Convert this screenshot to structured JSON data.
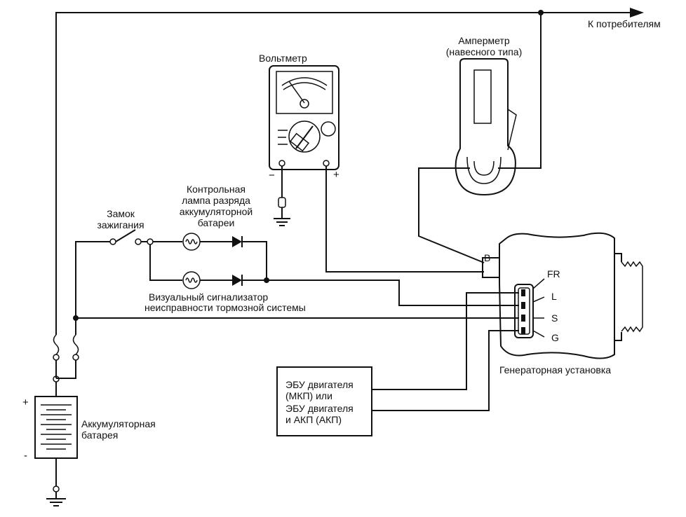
{
  "labels": {
    "consumers": "К потребителям",
    "ammeter_line1": "Амперметр",
    "ammeter_line2": "(навесного типа)",
    "voltmeter": "Вольтметр",
    "lamp_line1": "Контрольная",
    "lamp_line2": "лампа разряда",
    "lamp_line3": "аккумуляторной",
    "lamp_line4": "батареи",
    "ignition_line1": "Замок",
    "ignition_line2": "зажигания",
    "brake_line1": "Визуальный сигнализатор",
    "brake_line2": "неисправности тормозной системы",
    "battery_line1": "Аккумуляторная",
    "battery_line2": "батарея",
    "ecu_line1": "ЭБУ двигателя",
    "ecu_line2": "(МКП) или",
    "ecu_line3": "ЭБУ двигателя",
    "ecu_line4": "и АКП (АКП)",
    "alternator": "Генераторная установка"
  },
  "terminals": {
    "b": "B",
    "fr": "FR",
    "l": "L",
    "s": "S",
    "g": "G"
  },
  "symbols": {
    "battery_plus": "+",
    "battery_minus": "-",
    "voltmeter_minus": "−",
    "voltmeter_plus": "+"
  }
}
